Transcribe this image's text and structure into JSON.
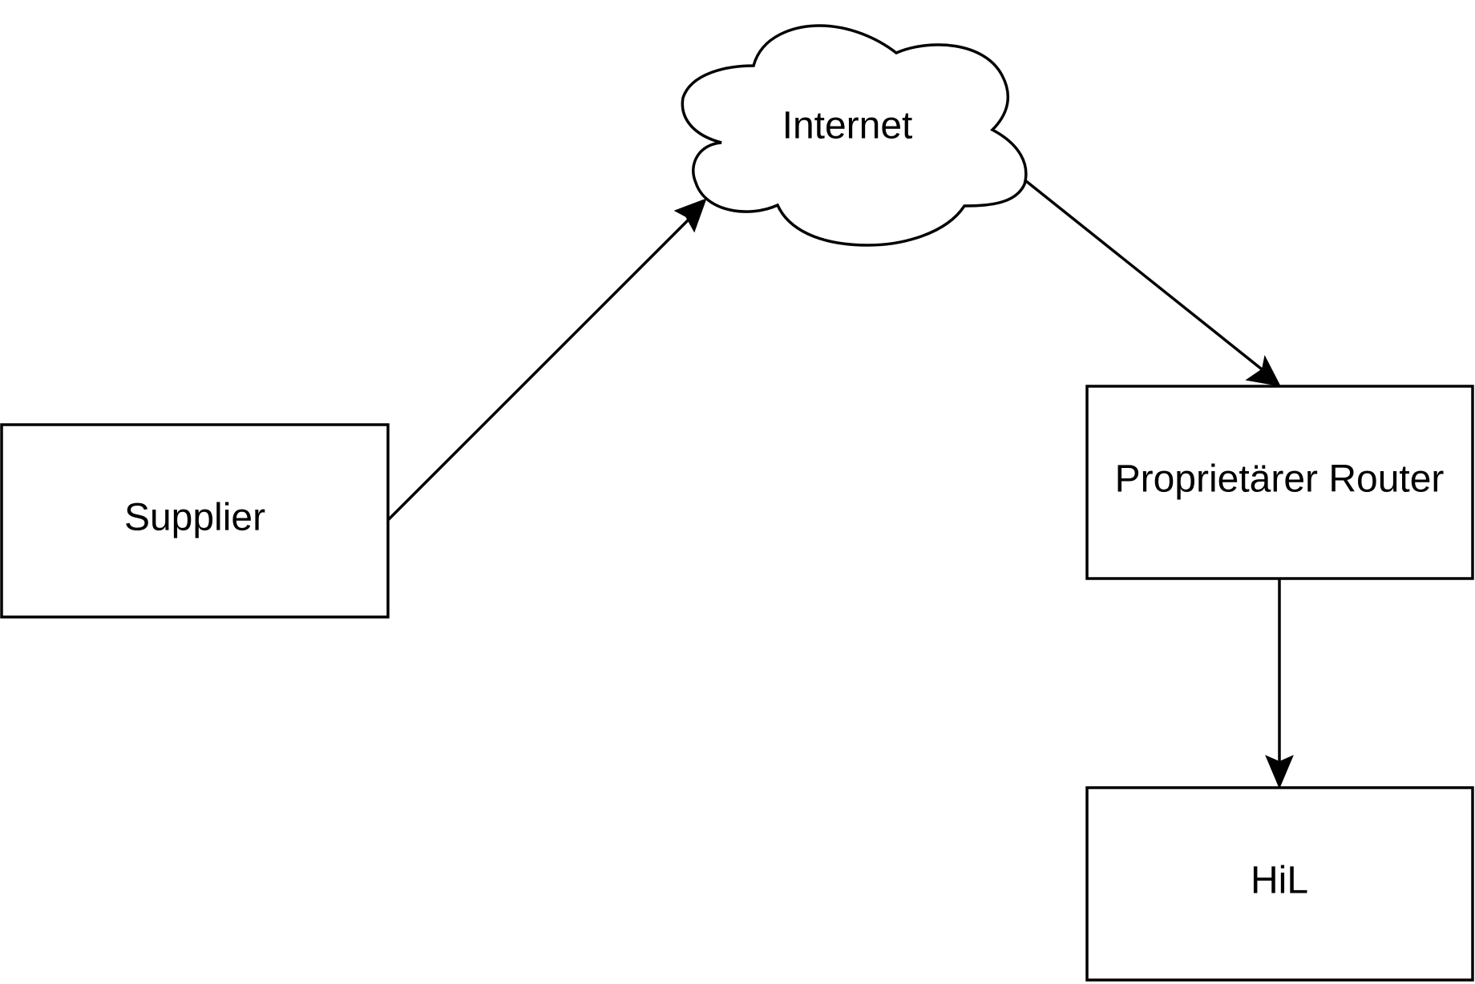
{
  "diagram": {
    "nodes": {
      "supplier": {
        "label": "Supplier"
      },
      "internet": {
        "label": "Internet"
      },
      "router": {
        "label": "Proprietärer Router"
      },
      "hil": {
        "label": "HiL"
      }
    },
    "edges": [
      {
        "from": "supplier",
        "to": "internet"
      },
      {
        "from": "internet",
        "to": "router"
      },
      {
        "from": "router",
        "to": "hil"
      }
    ],
    "colors": {
      "stroke": "#000000",
      "fill": "#ffffff",
      "background": "#ffffff"
    }
  }
}
